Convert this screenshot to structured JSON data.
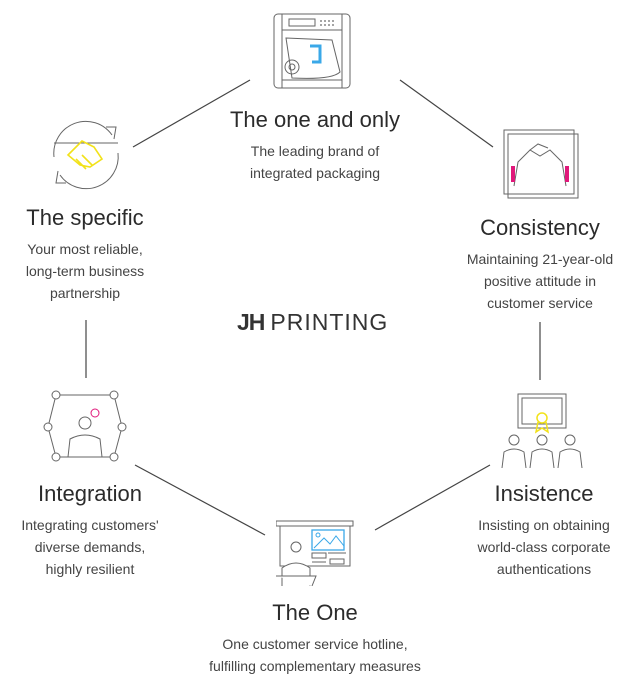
{
  "logo": {
    "bold": "JH",
    "light": "PRINTING"
  },
  "nodes": [
    {
      "title": "The one and only",
      "desc": [
        "The leading brand of",
        "integrated packaging"
      ],
      "icon": "printer-icon"
    },
    {
      "title": "Consistency",
      "desc": [
        "Maintaining 21-year-old",
        "positive attitude in",
        "customer service"
      ],
      "icon": "handshake-book-icon"
    },
    {
      "title": "Insistence",
      "desc": [
        "Insisting on obtaining",
        "world-class corporate",
        "authentications"
      ],
      "icon": "certificate-audience-icon"
    },
    {
      "title": "The One",
      "desc": [
        "One customer service hotline,",
        "fulfilling complementary measures"
      ],
      "icon": "presentation-icon"
    },
    {
      "title": "Integration",
      "desc": [
        "Integrating customers'",
        "diverse demands,",
        "highly resilient"
      ],
      "icon": "network-person-icon"
    },
    {
      "title": "The specific",
      "desc": [
        "Your most reliable,",
        "long-term business",
        "partnership"
      ],
      "icon": "handshake-cycle-icon"
    }
  ],
  "colors": {
    "line": "#444444",
    "accent_blue": "#3aa8e8",
    "accent_yellow": "#f2e21a",
    "accent_pink": "#e0187a"
  }
}
